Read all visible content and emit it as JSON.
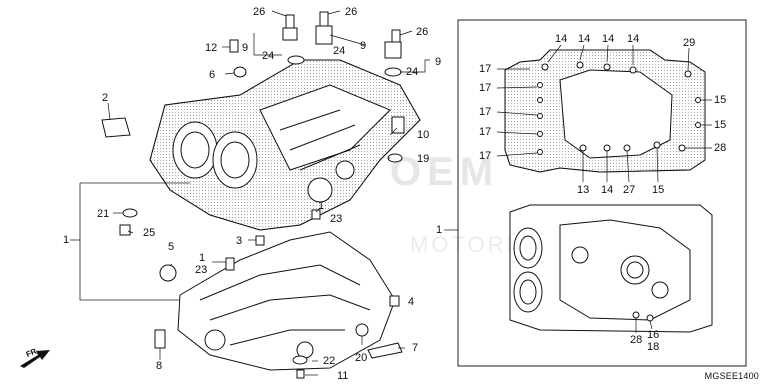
{
  "diagram": {
    "code": "MGSEE1400",
    "front_label": "FR.",
    "watermark_main": "OEM",
    "watermark_sub": "MOTORPARTS"
  },
  "labels": [
    {
      "id": "l26a",
      "text": "26"
    },
    {
      "id": "l26b",
      "text": "26"
    },
    {
      "id": "l26c",
      "text": "26"
    },
    {
      "id": "l12",
      "text": "12"
    },
    {
      "id": "l9a",
      "text": "9"
    },
    {
      "id": "l9b",
      "text": "9"
    },
    {
      "id": "l9c",
      "text": "9"
    },
    {
      "id": "l24a",
      "text": "24"
    },
    {
      "id": "l24b",
      "text": "24"
    },
    {
      "id": "l24c",
      "text": "24"
    },
    {
      "id": "l6",
      "text": "6"
    },
    {
      "id": "l2",
      "text": "2"
    },
    {
      "id": "l10",
      "text": "10"
    },
    {
      "id": "l19",
      "text": "19"
    },
    {
      "id": "l21",
      "text": "21"
    },
    {
      "id": "l25",
      "text": "25"
    },
    {
      "id": "l1a",
      "text": "1"
    },
    {
      "id": "l1b",
      "text": "1"
    },
    {
      "id": "l23a",
      "text": "23"
    },
    {
      "id": "l3",
      "text": "3"
    },
    {
      "id": "l1c",
      "text": "1"
    },
    {
      "id": "l23b",
      "text": "23"
    },
    {
      "id": "l5",
      "text": "5"
    },
    {
      "id": "l4",
      "text": "4"
    },
    {
      "id": "l8",
      "text": "8"
    },
    {
      "id": "l20",
      "text": "20"
    },
    {
      "id": "l7",
      "text": "7"
    },
    {
      "id": "l22",
      "text": "22"
    },
    {
      "id": "l11",
      "text": "11"
    },
    {
      "id": "r14a",
      "text": "14"
    },
    {
      "id": "r14b",
      "text": "14"
    },
    {
      "id": "r14c",
      "text": "14"
    },
    {
      "id": "r14d",
      "text": "14"
    },
    {
      "id": "r29",
      "text": "29"
    },
    {
      "id": "r17a",
      "text": "17"
    },
    {
      "id": "r17b",
      "text": "17"
    },
    {
      "id": "r17c",
      "text": "17"
    },
    {
      "id": "r17d",
      "text": "17"
    },
    {
      "id": "r17e",
      "text": "17"
    },
    {
      "id": "r15a",
      "text": "15"
    },
    {
      "id": "r15b",
      "text": "15"
    },
    {
      "id": "r28a",
      "text": "28"
    },
    {
      "id": "r13",
      "text": "13"
    },
    {
      "id": "r14e",
      "text": "14"
    },
    {
      "id": "r27",
      "text": "27"
    },
    {
      "id": "r15c",
      "text": "15"
    },
    {
      "id": "r1",
      "text": "1"
    },
    {
      "id": "r28b",
      "text": "28"
    },
    {
      "id": "r16",
      "text": "16"
    },
    {
      "id": "r18",
      "text": "18"
    }
  ]
}
